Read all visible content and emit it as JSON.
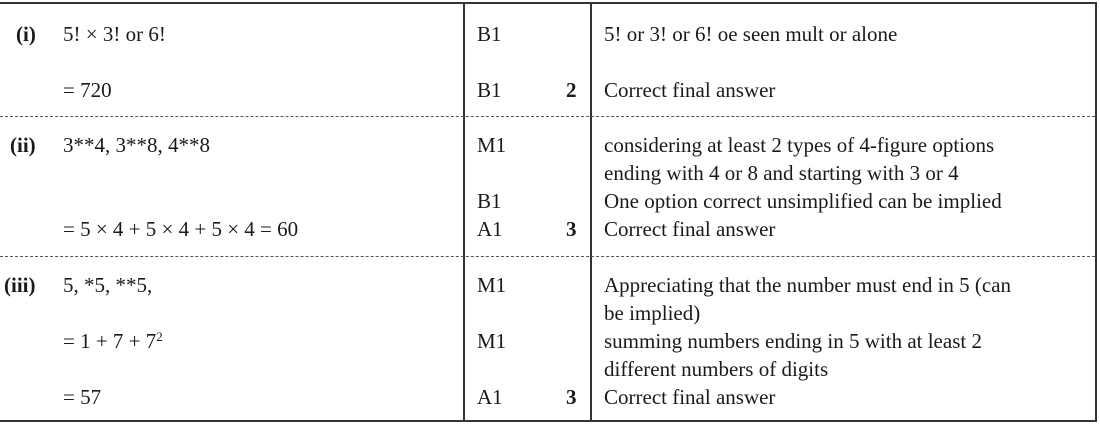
{
  "parts": [
    {
      "label": "(i)",
      "lines": [
        {
          "working": "5! × 3! or 6!",
          "mark": "B1",
          "total": "",
          "guidance": [
            "5! or 3! or 6! oe seen mult or alone"
          ]
        },
        {
          "working": "= 720",
          "mark": "B1",
          "total": "2",
          "guidance": [
            "Correct final answer"
          ]
        }
      ]
    },
    {
      "label": "(ii)",
      "lines": [
        {
          "working": "3**4, 3**8, 4**8",
          "mark": "M1",
          "total": "",
          "guidance": [
            "considering at least 2 types of 4-figure options",
            "ending with 4 or 8 and starting with 3 or 4"
          ]
        },
        {
          "working": "",
          "mark": "B1",
          "total": "",
          "guidance": [
            "One option correct unsimplified can be implied"
          ]
        },
        {
          "working": "= 5 × 4 + 5 × 4 + 5 × 4 = 60",
          "mark": "A1",
          "total": "3",
          "guidance": [
            "Correct final answer"
          ]
        }
      ]
    },
    {
      "label": "(iii)",
      "lines": [
        {
          "working": "5, *5, **5,",
          "mark": "M1",
          "total": "",
          "guidance": [
            "Appreciating that the number must end in 5 (can",
            "be implied)"
          ]
        },
        {
          "working_base": "= 1 + 7 + 7",
          "working_sup": "2",
          "mark": "M1",
          "total": "",
          "guidance": [
            "summing numbers ending in 5 with at least 2",
            "different numbers of digits"
          ]
        },
        {
          "working": "= 57",
          "mark": "A1",
          "total": "3",
          "guidance": [
            "Correct final answer"
          ]
        }
      ]
    }
  ]
}
